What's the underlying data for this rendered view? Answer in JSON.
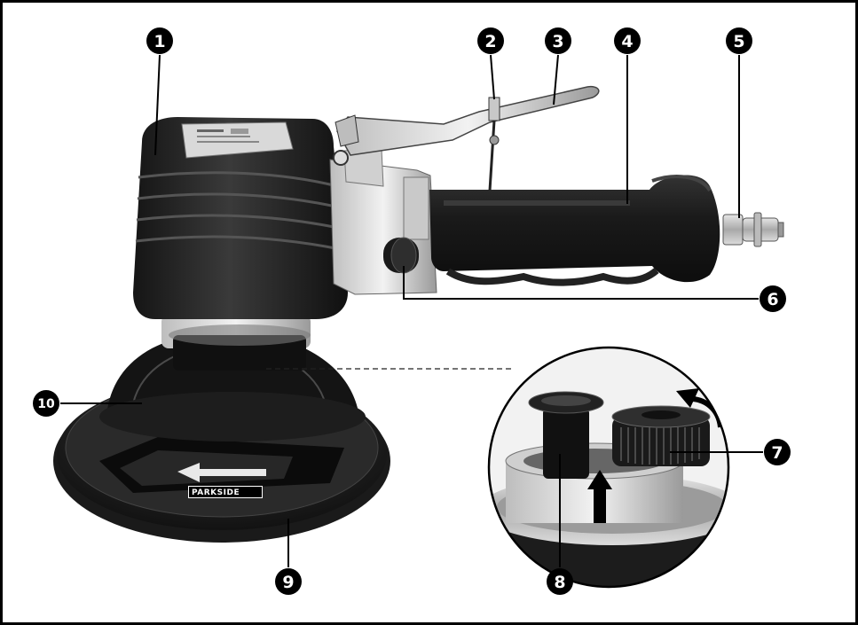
{
  "callouts": [
    {
      "id": "1",
      "label": "1"
    },
    {
      "id": "2",
      "label": "2"
    },
    {
      "id": "3",
      "label": "3"
    },
    {
      "id": "4",
      "label": "4"
    },
    {
      "id": "5",
      "label": "5"
    },
    {
      "id": "6",
      "label": "6"
    },
    {
      "id": "7",
      "label": "7"
    },
    {
      "id": "8",
      "label": "8"
    },
    {
      "id": "9",
      "label": "9"
    },
    {
      "id": "10",
      "label": "10"
    }
  ],
  "pad": {
    "brand": "PARKSIDE"
  },
  "colors": {
    "border": "#000000",
    "background": "#ffffff",
    "badge": "#000000",
    "body": "#1c1c1c",
    "metal": "#b8b8b8"
  }
}
